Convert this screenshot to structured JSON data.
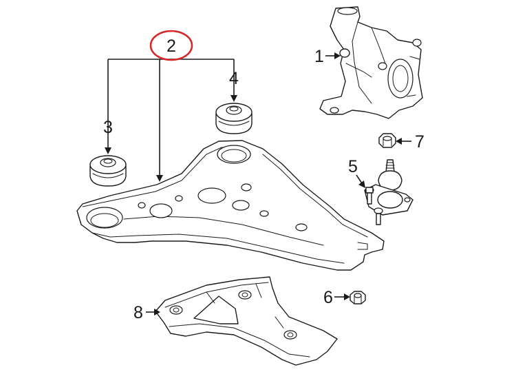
{
  "callouts": {
    "c1": "1",
    "c2": "2",
    "c3": "3",
    "c4": "4",
    "c5": "5",
    "c6": "6",
    "c7": "7",
    "c8": "8"
  },
  "highlight": {
    "callout": "2",
    "color": "#d62828"
  },
  "colors": {
    "line": "#1a1a1a",
    "background": "#ffffff"
  }
}
